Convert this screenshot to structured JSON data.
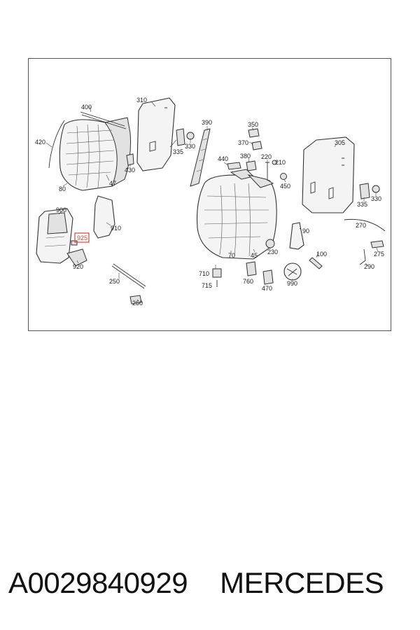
{
  "diagram": {
    "highlight_color": "#d4463a",
    "highlighted_callout": "925",
    "callouts": [
      "400",
      "420",
      "80",
      "47",
      "430",
      "310",
      "335",
      "330",
      "390",
      "350",
      "370",
      "380",
      "220",
      "210",
      "450",
      "440",
      "305",
      "335",
      "330",
      "900",
      "910",
      "925",
      "920",
      "250",
      "260",
      "710",
      "715",
      "70",
      "45",
      "760",
      "470",
      "230",
      "90",
      "100",
      "990",
      "290",
      "275",
      "270"
    ]
  },
  "caption": {
    "part_number": "A0029840929",
    "brand": "MERCEDES"
  }
}
